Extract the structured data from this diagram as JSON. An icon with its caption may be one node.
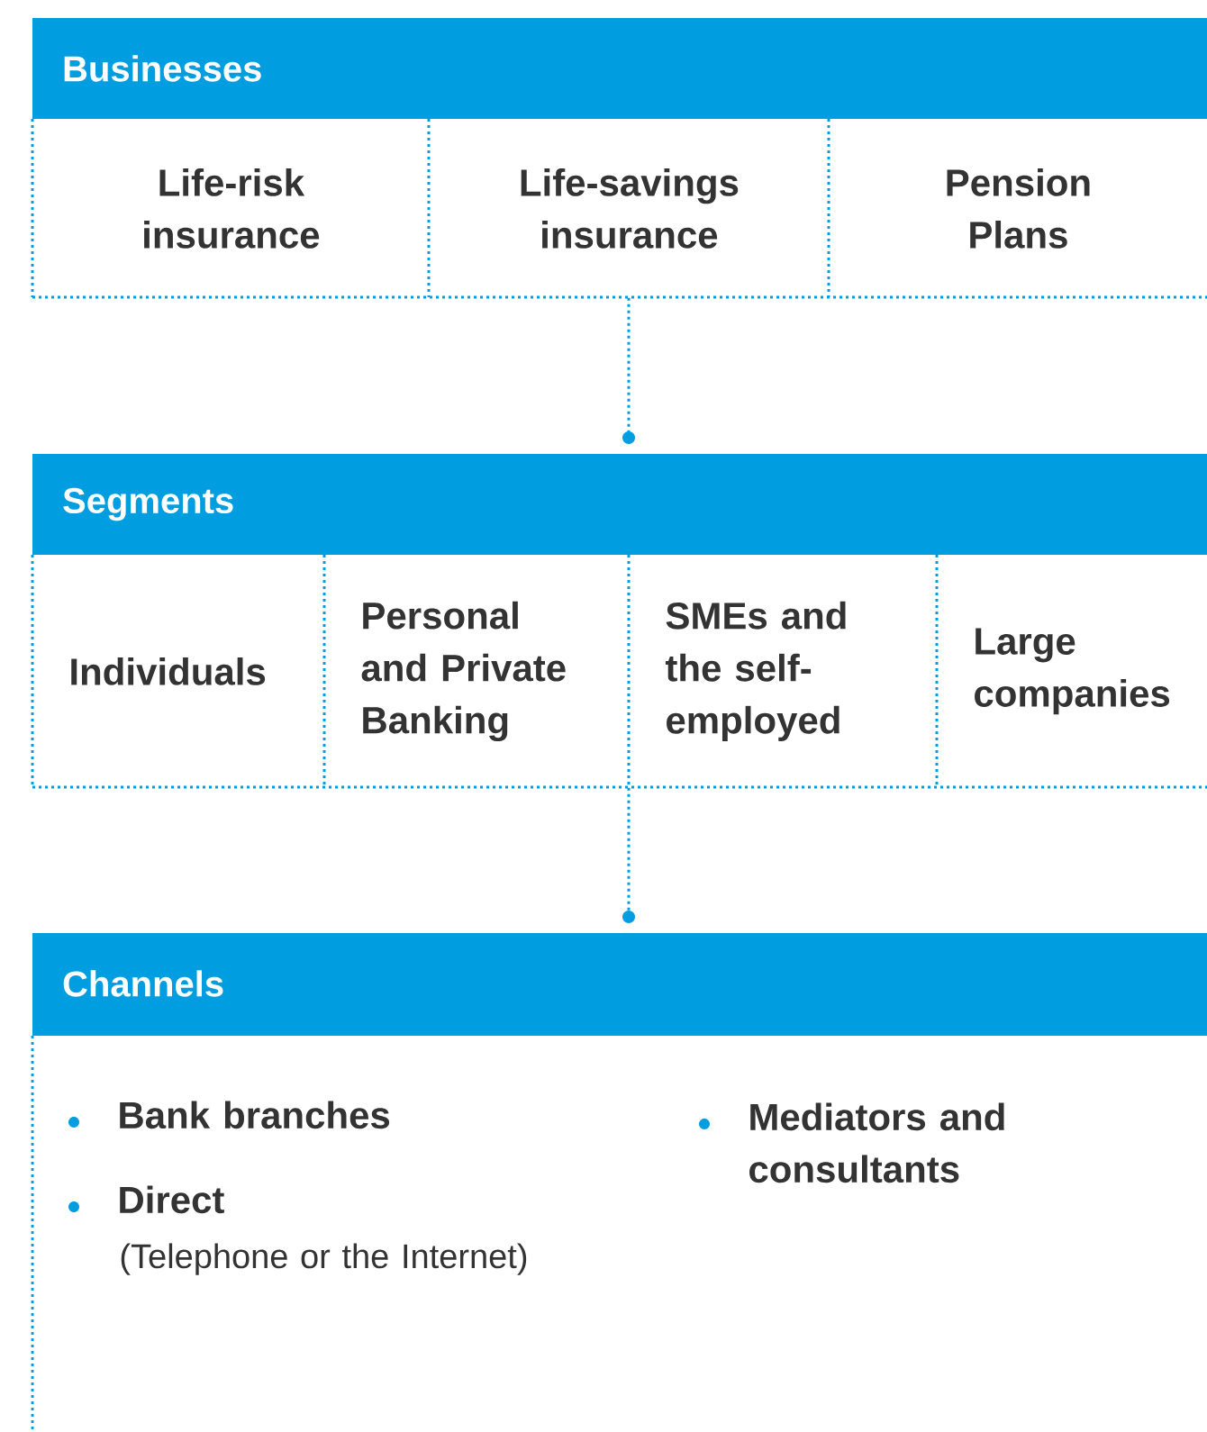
{
  "diagram": {
    "nodes": [
      {
        "text": [
          "Businesses"
        ]
      },
      {
        "text": [
          "Life-risk insurance"
        ],
        "in": 0
      },
      {
        "text": [
          "Life-savings insurance"
        ],
        "in": 0
      },
      {
        "text": [
          "Pension Plans"
        ],
        "in": 0
      },
      {
        "text": [
          "Segments"
        ]
      },
      {
        "text": [
          "Individuals"
        ],
        "in": 4
      },
      {
        "text": [
          "Personal and Private Banking"
        ],
        "in": 4
      },
      {
        "text": [
          "SMEs and the self-employed"
        ],
        "in": 4
      },
      {
        "text": [
          "Large companies"
        ],
        "in": 4
      },
      {
        "text": [
          "Channels",
          "Bank branches",
          "Direct",
          "(Telephone or the Internet)",
          "Mediators and consultants"
        ]
      }
    ],
    "edges": [
      {
        "from": 0,
        "to": 4,
        "arrow": "other"
      },
      {
        "from": 4,
        "to": 9,
        "arrow": "other"
      }
    ]
  }
}
